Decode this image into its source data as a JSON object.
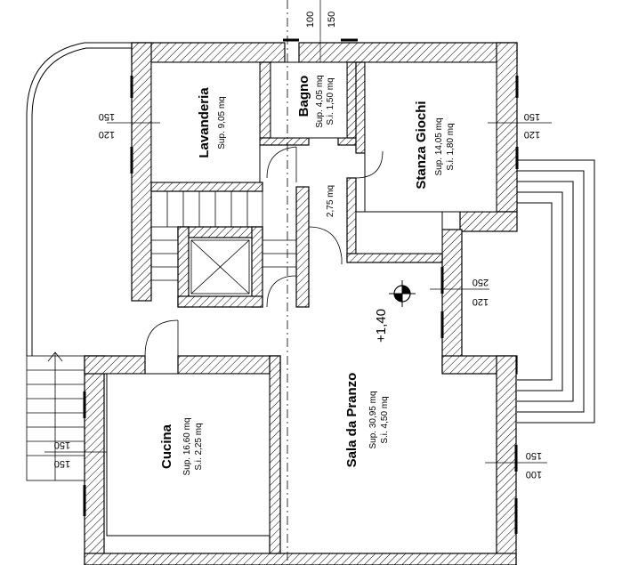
{
  "rooms": {
    "lavanderia": {
      "name": "Lavanderia",
      "area": "Sup. 9,05 mq"
    },
    "bagno": {
      "name": "Bagno",
      "area": "Sup. 4,05 mq",
      "si": "S.i. 1,50 mq"
    },
    "stanza_giochi": {
      "name": "Stanza Giochi",
      "area": "Sup. 14,05 mq",
      "si": "S.i. 1,80 mq"
    },
    "cucina": {
      "name": "Cucina",
      "area": "Sup. 16,60 mq",
      "si": "S.i. 2,25 mq"
    },
    "sala_da_pranzo": {
      "name": "Sala da Pranzo",
      "area": "Sup. 30,95 mq",
      "si": "S.i. 4,50 mq"
    }
  },
  "corridor": {
    "height_label": "2,75 mq"
  },
  "level_mark": "+1,40",
  "dimensions": {
    "top_a": "100",
    "top_b": "150",
    "left_upper_a": "150",
    "left_upper_b": "120",
    "right_upper_a": "150",
    "right_upper_b": "120",
    "right_mid_a": "250",
    "right_mid_b": "120",
    "left_lower_a": "150",
    "left_lower_b": "150",
    "right_lower_a": "150",
    "right_lower_b": "100"
  }
}
